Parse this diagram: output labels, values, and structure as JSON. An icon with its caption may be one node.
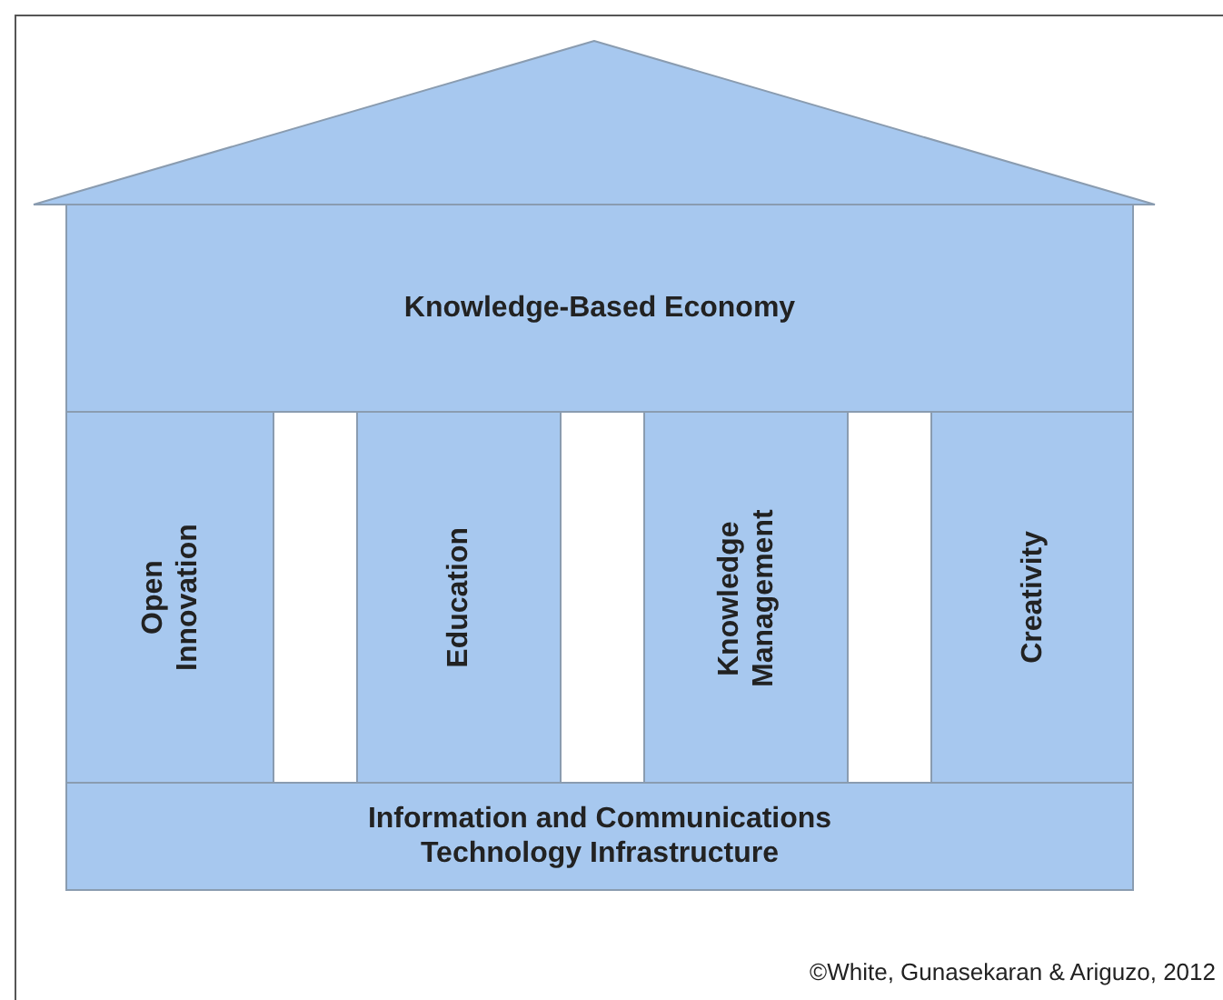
{
  "diagram": {
    "caption": "©White, Gunasekaran & Ariguzo, 2012",
    "nodes": [
      {
        "text": [],
        "shape": "triangle"
      },
      {
        "text": [
          "Knowledge-Based Economy"
        ]
      },
      {
        "text": [
          "Open Innovation"
        ]
      },
      {
        "text": [
          "Education"
        ]
      },
      {
        "text": [
          "Knowledge Management"
        ]
      },
      {
        "text": [
          "Creativity"
        ]
      },
      {
        "text": [
          "Information and Communications Technology Infrastructure"
        ]
      }
    ],
    "edges": []
  }
}
